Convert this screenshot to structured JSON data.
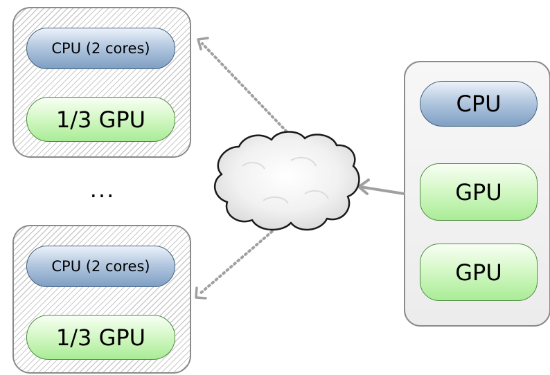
{
  "vm_top": {
    "cpu_label": "CPU (2 cores)",
    "gpu_label": "1/3 GPU"
  },
  "separator": "...",
  "vm_bottom": {
    "cpu_label": "CPU (2 cores)",
    "gpu_label": "1/3 GPU"
  },
  "host": {
    "cpu_label": "CPU",
    "gpu_labels": [
      "GPU",
      "GPU"
    ]
  },
  "colors": {
    "cpu_fill": "#9bb4d3",
    "gpu_fill": "#c6f5b5",
    "border": "#8a8a8a",
    "connector": "#a0a0a0"
  },
  "icons": {
    "network": "cloud-icon"
  }
}
